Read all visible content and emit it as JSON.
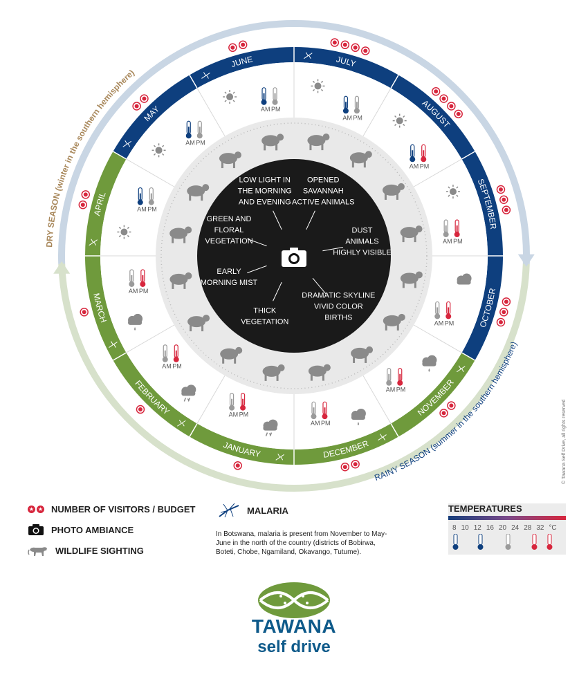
{
  "colors": {
    "dry": "#0e3f7e",
    "wet": "#6f9a3c",
    "inner": "#1a1a1a",
    "accent_red": "#d7263d",
    "icon_gray": "#8a8a8a",
    "dry_arrow": "#c9d6e4",
    "wet_arrow": "#d7e1cb"
  },
  "seasons": {
    "dry": "DRY SEASON (winter in the southern hemisphere)",
    "rainy": "RAINY SEASON (summer in the southern hemisphere)"
  },
  "months": [
    {
      "name": "JULY",
      "stars": 4,
      "weather": "sun-icon",
      "am": "blue",
      "pm": "gray",
      "malaria": true,
      "season": "dry"
    },
    {
      "name": "AUGUST",
      "stars": 4,
      "weather": "sun-icon",
      "am": "blue",
      "pm": "red",
      "malaria": false,
      "season": "dry"
    },
    {
      "name": "SEPTEMBER",
      "stars": 3,
      "weather": "sun-icon",
      "am": "gray",
      "pm": "red",
      "malaria": false,
      "season": "dry"
    },
    {
      "name": "OCTOBER",
      "stars": 3,
      "weather": "cloud-sun-icon",
      "am": "gray",
      "pm": "red",
      "malaria": false,
      "season": "dry"
    },
    {
      "name": "NOVEMBER",
      "stars": 2,
      "weather": "rain-icon",
      "am": "gray",
      "pm": "red",
      "malaria": true,
      "season": "wet"
    },
    {
      "name": "DECEMBER",
      "stars": 2,
      "weather": "rain-icon",
      "am": "gray",
      "pm": "red",
      "malaria": true,
      "season": "wet"
    },
    {
      "name": "JANUARY",
      "stars": 1,
      "weather": "storm-icon",
      "am": "gray",
      "pm": "red",
      "malaria": true,
      "season": "wet"
    },
    {
      "name": "FEBRUARY",
      "stars": 1,
      "weather": "storm-icon",
      "am": "gray",
      "pm": "red",
      "malaria": true,
      "season": "wet"
    },
    {
      "name": "MARCH",
      "stars": 1,
      "weather": "rain-icon",
      "am": "gray",
      "pm": "red",
      "malaria": true,
      "season": "wet"
    },
    {
      "name": "APRIL",
      "stars": 2,
      "weather": "sun-icon",
      "am": "blue",
      "pm": "gray",
      "malaria": true,
      "season": "wet"
    },
    {
      "name": "MAY",
      "stars": 2,
      "weather": "sun-icon",
      "am": "blue",
      "pm": "gray",
      "malaria": true,
      "season": "dry"
    },
    {
      "name": "JUNE",
      "stars": 2,
      "weather": "sun-icon",
      "am": "blue",
      "pm": "gray",
      "malaria": true,
      "season": "dry"
    }
  ],
  "am_label": "AM",
  "pm_label": "PM",
  "animals": [
    "zebra-icon",
    "elephant-icon",
    "heron-icon",
    "lion-icon",
    "hyena-icon",
    "lion-icon",
    "elephant-icon",
    "cheetah-icon",
    "lion-icon",
    "bird-icon",
    "antelope-icon",
    "flamingo-icon",
    "oryx-icon",
    "wildebeest-icon",
    "impala-icon",
    "crane-icon"
  ],
  "photo": [
    {
      "lines": [
        "LOW LIGHT IN",
        "THE MORNING",
        "AND EVENING"
      ]
    },
    {
      "lines": [
        "OPENED",
        "SAVANNAH",
        "ACTIVE ANIMALS"
      ]
    },
    {
      "lines": [
        "DUST",
        "ANIMALS",
        "HIGHLY VISIBLE"
      ]
    },
    {
      "lines": [
        "DRAMATIC SKYLINE",
        "VIVID COLOR",
        "BIRTHS"
      ]
    },
    {
      "lines": [
        "THICK",
        "VEGETATION"
      ]
    },
    {
      "lines": [
        "EARLY",
        "MORNING MIST"
      ]
    },
    {
      "lines": [
        "GREEN AND",
        "FLORAL",
        "VEGETATION"
      ]
    }
  ],
  "legend": {
    "visitors": "NUMBER OF VISITORS / BUDGET",
    "photo": "PHOTO AMBIANCE",
    "wildlife": "WILDLIFE SIGHTING",
    "malaria": "MALARIA",
    "malaria_note": "In Botswana, malaria is present from November to May-June in the north of the country (districts of Bobirwa, Boteti, Chobe, Ngamiland, Okavango, Tutume).",
    "temperatures": "TEMPERATURES",
    "temp_ticks": [
      "8",
      "10",
      "12",
      "16",
      "20",
      "24",
      "28",
      "32",
      "°C"
    ]
  },
  "logo": {
    "name": "TAWANA",
    "sub": "self drive"
  },
  "copyright": "© Tawana Self Drive, all rights reserved"
}
